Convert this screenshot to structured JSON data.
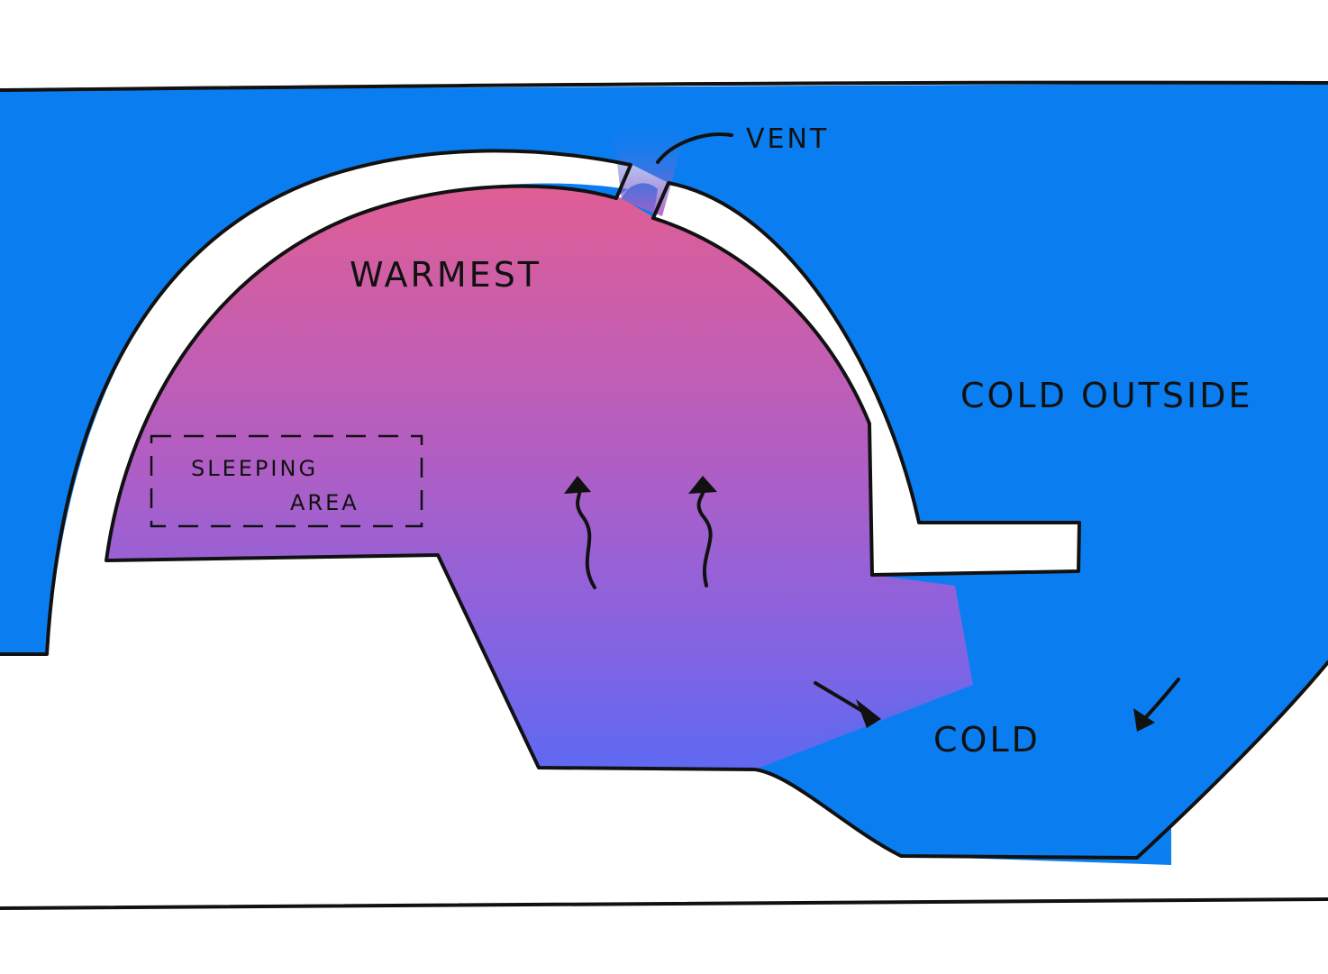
{
  "labels": {
    "vent": "VENT",
    "warmest": "WARMEST",
    "cold_outside": "COLD OUTSIDE",
    "sleeping_area_line1": "SLEEPING",
    "sleeping_area_line2": "AREA",
    "cold": "COLD"
  },
  "colors": {
    "cold_blue": "#0a7ef0",
    "warm_pink": "#df5e95",
    "mid_purple": "#8e62dc",
    "cool_indigo": "#5f69f2",
    "ink": "#111111",
    "snow": "#ffffff"
  }
}
